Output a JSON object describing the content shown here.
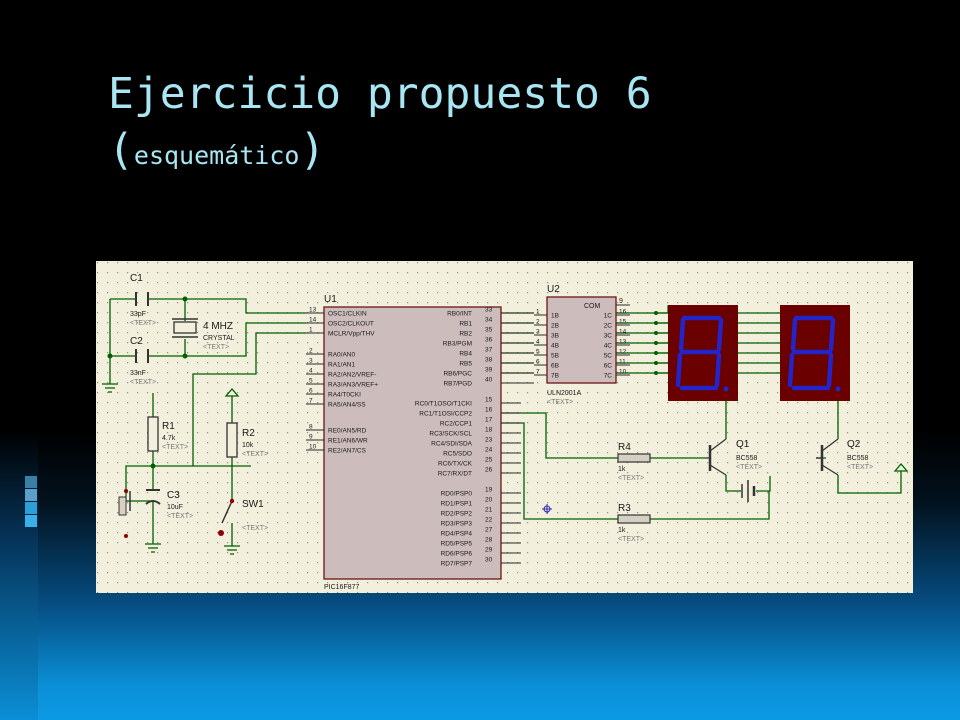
{
  "slide": {
    "title_main": "Ejercicio propuesto 6",
    "title_paren_open": "(",
    "title_sub": "esquemático",
    "title_paren_close": ")"
  },
  "schematic": {
    "c1": {
      "ref": "C1",
      "value": "33pF",
      "text": "<TEXT>"
    },
    "c2": {
      "ref": "C2",
      "value": "33nF",
      "text": "<TEXT>"
    },
    "crystal": {
      "value": "4 MHZ",
      "type": "CRYSTAL",
      "text": "<TEXT>"
    },
    "r1": {
      "ref": "R1",
      "value": "4.7k",
      "text": "<TEXT>"
    },
    "r2": {
      "ref": "R2",
      "value": "10k",
      "text": "<TEXT>"
    },
    "c3": {
      "ref": "C3",
      "value": "10uF",
      "text": "<TEXT>"
    },
    "sw1": {
      "ref": "SW1",
      "text": "<TEXT>"
    },
    "u1": {
      "ref": "U1",
      "part": "PIC16F877",
      "left_pins": [
        {
          "num": "13",
          "name": "OSC1/CLKIN"
        },
        {
          "num": "14",
          "name": "OSC2/CLKOUT"
        },
        {
          "num": "1",
          "name": "MCLR/Vpp/THV"
        },
        {
          "num": "2",
          "name": "RA0/AN0"
        },
        {
          "num": "3",
          "name": "RA1/AN1"
        },
        {
          "num": "4",
          "name": "RA2/AN2/VREF-"
        },
        {
          "num": "5",
          "name": "RA3/AN3/VREF+"
        },
        {
          "num": "6",
          "name": "RA4/T0CKI"
        },
        {
          "num": "7",
          "name": "RA5/AN4/SS"
        },
        {
          "num": "8",
          "name": "RE0/AN5/RD"
        },
        {
          "num": "9",
          "name": "RE1/AN6/WR"
        },
        {
          "num": "10",
          "name": "RE2/AN7/CS"
        }
      ],
      "right_pins": [
        {
          "num": "33",
          "name": "RB0/INT"
        },
        {
          "num": "34",
          "name": "RB1"
        },
        {
          "num": "35",
          "name": "RB2"
        },
        {
          "num": "36",
          "name": "RB3/PGM"
        },
        {
          "num": "37",
          "name": "RB4"
        },
        {
          "num": "38",
          "name": "RB5"
        },
        {
          "num": "39",
          "name": "RB6/PGC"
        },
        {
          "num": "40",
          "name": "RB7/PGD"
        },
        {
          "num": "15",
          "name": "RC0/T1OSO/T1CKI"
        },
        {
          "num": "16",
          "name": "RC1/T1OSI/CCP2"
        },
        {
          "num": "17",
          "name": "RC2/CCP1"
        },
        {
          "num": "18",
          "name": "RC3/SCK/SCL"
        },
        {
          "num": "23",
          "name": "RC4/SDI/SDA"
        },
        {
          "num": "24",
          "name": "RC5/SDO"
        },
        {
          "num": "25",
          "name": "RC6/TX/CK"
        },
        {
          "num": "26",
          "name": "RC7/RX/DT"
        },
        {
          "num": "19",
          "name": "RD0/PSP0"
        },
        {
          "num": "20",
          "name": "RD1/PSP1"
        },
        {
          "num": "21",
          "name": "RD2/PSP2"
        },
        {
          "num": "22",
          "name": "RD3/PSP3"
        },
        {
          "num": "27",
          "name": "RD4/PSP4"
        },
        {
          "num": "28",
          "name": "RD5/PSP5"
        },
        {
          "num": "29",
          "name": "RD6/PSP6"
        },
        {
          "num": "30",
          "name": "RD7/PSP7"
        }
      ]
    },
    "u2": {
      "ref": "U2",
      "part": "ULN2001A",
      "text": "<TEXT>",
      "com_label": "COM",
      "com_pin": "9",
      "inputs": [
        {
          "num": "1",
          "name": "1B"
        },
        {
          "num": "2",
          "name": "2B"
        },
        {
          "num": "3",
          "name": "3B"
        },
        {
          "num": "4",
          "name": "4B"
        },
        {
          "num": "5",
          "name": "5B"
        },
        {
          "num": "6",
          "name": "6B"
        },
        {
          "num": "7",
          "name": "7B"
        }
      ],
      "outputs": [
        {
          "num": "16",
          "name": "1C"
        },
        {
          "num": "15",
          "name": "2C"
        },
        {
          "num": "14",
          "name": "3C"
        },
        {
          "num": "13",
          "name": "4C"
        },
        {
          "num": "12",
          "name": "5C"
        },
        {
          "num": "11",
          "name": "6C"
        },
        {
          "num": "10",
          "name": "7C"
        }
      ]
    },
    "r4": {
      "ref": "R4",
      "value": "1k",
      "text": "<TEXT>"
    },
    "r3": {
      "ref": "R3",
      "value": "1k",
      "text": "<TEXT>"
    },
    "q1": {
      "ref": "Q1",
      "part": "BC558",
      "text": "<TEXT>"
    },
    "q2": {
      "ref": "Q2",
      "part": "BC558",
      "text": "<TEXT>"
    },
    "colors": {
      "wire": "#006000",
      "chip_fill": "#cdbcbc",
      "chip_stroke": "#6b1414",
      "display_body": "#6a0000",
      "segment": "#2424c8",
      "pin": "#2a2a2a"
    }
  }
}
